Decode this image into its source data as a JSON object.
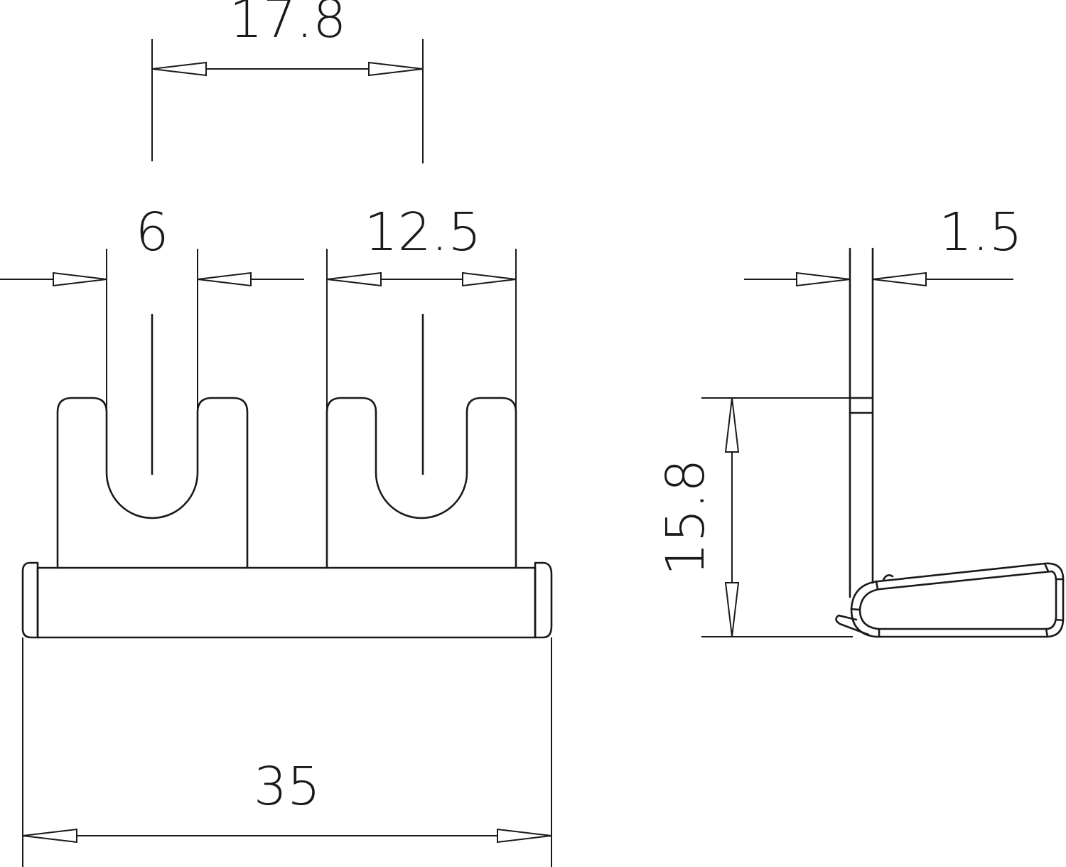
{
  "drawing": {
    "front_view": {
      "dimensions": {
        "top_span": "17.8",
        "slot_width": "6",
        "pitch": "12.5",
        "total_width": "35"
      }
    },
    "side_view": {
      "dimensions": {
        "thickness": "1.5",
        "height": "15.8"
      }
    },
    "colors": {
      "line": "#1a1a1a",
      "background": "#ffffff"
    }
  }
}
